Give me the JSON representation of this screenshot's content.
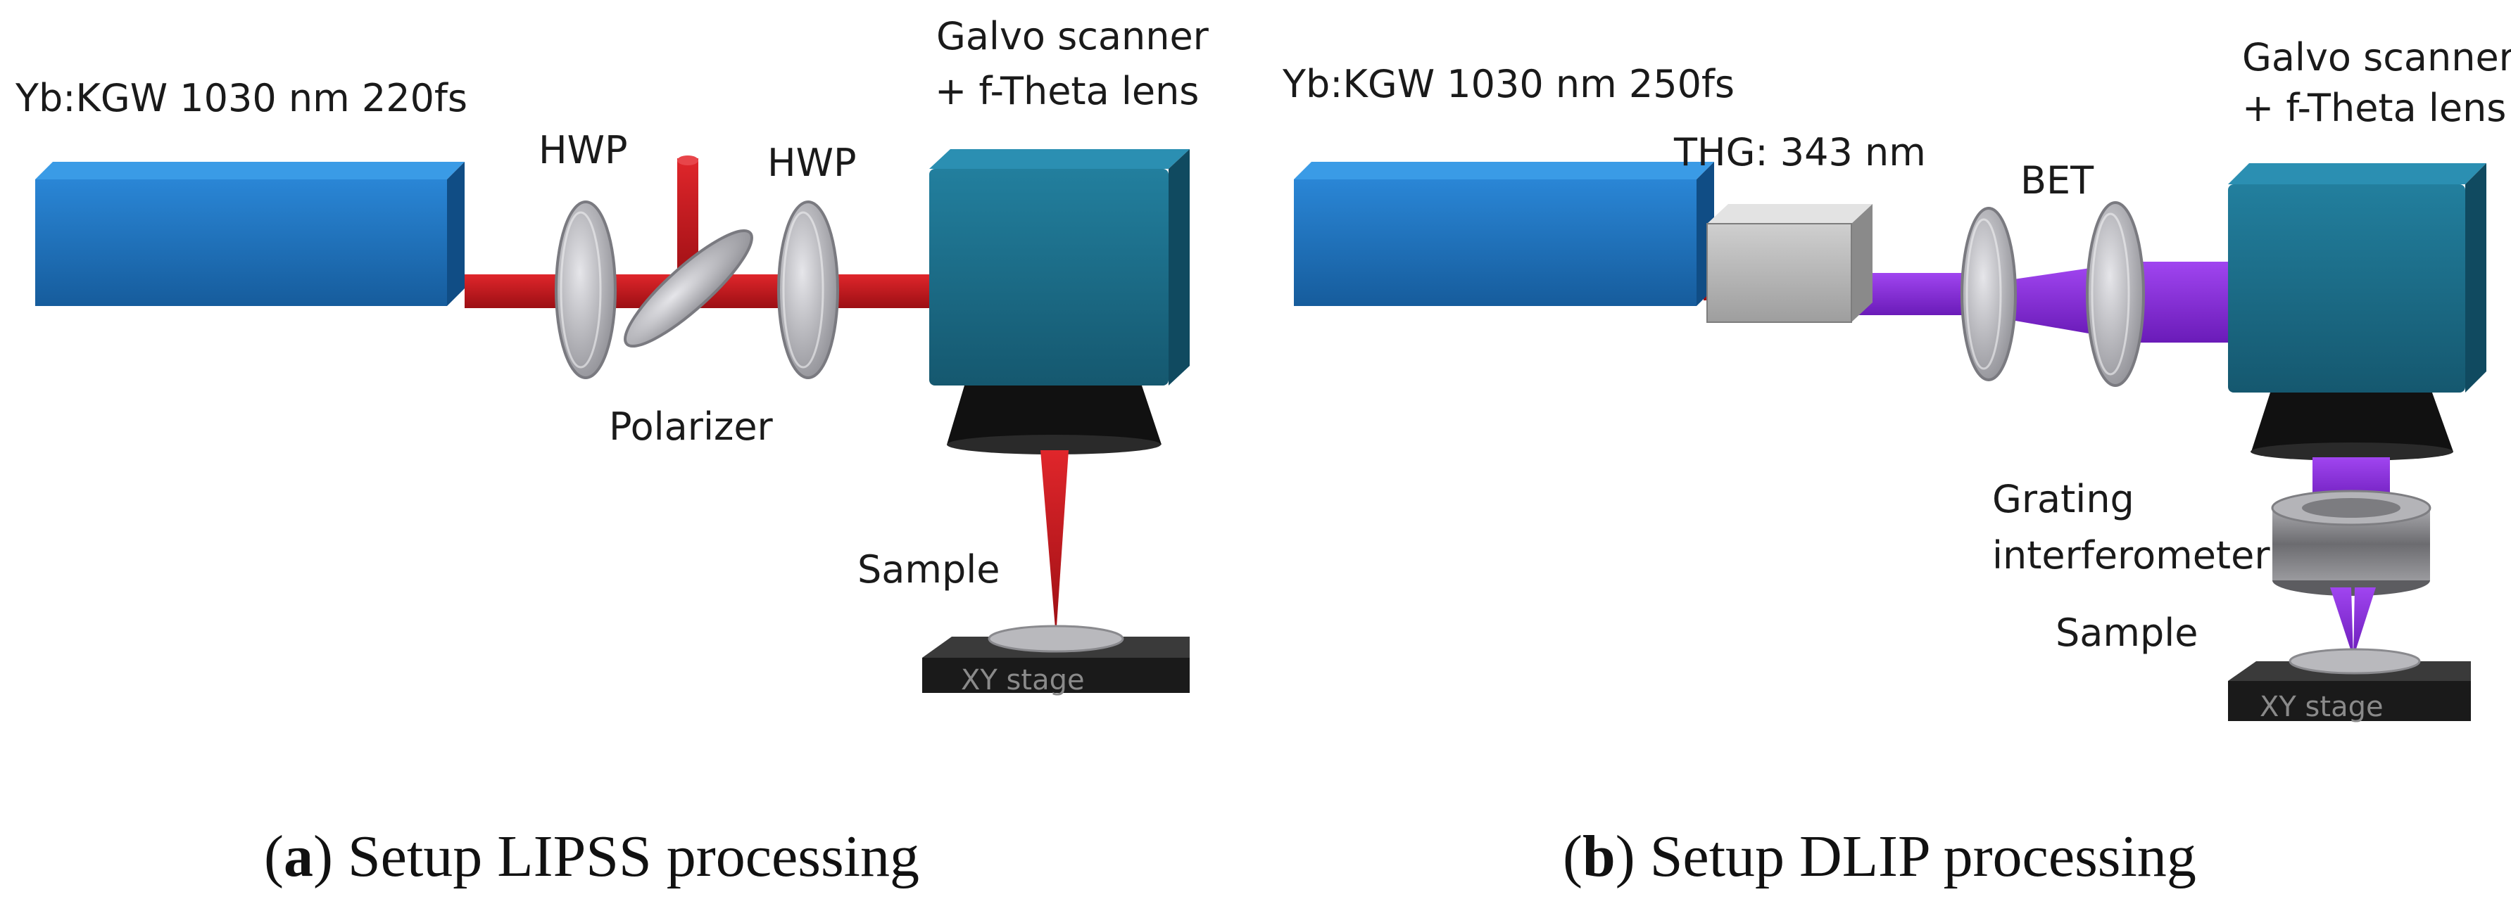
{
  "panel_a": {
    "laser_label": "Yb:KGW 1030 nm 220fs",
    "hwp1_label": "HWP",
    "hwp2_label": "HWP",
    "polarizer_label": "Polarizer",
    "scanner_label_line1": "Galvo scanner",
    "scanner_label_line2": "+ f-Theta lens",
    "sample_label": "Sample",
    "stage_label": "XY stage",
    "caption_letter": "a",
    "caption_text": "Setup LIPSS processing"
  },
  "panel_b": {
    "laser_label": "Yb:KGW 1030 nm 250fs",
    "thg_label": "THG: 343 nm",
    "bet_label": "BET",
    "scanner_label_line1": "Galvo scanner",
    "scanner_label_line2": "+ f-Theta lens",
    "grating_label_line1": "Grating",
    "grating_label_line2": "interferometer",
    "sample_label": "Sample",
    "stage_label": "XY stage",
    "caption_letter": "b",
    "caption_text": "Setup DLIP processing"
  },
  "colors": {
    "laser_blue": "#1a6fb8",
    "beam_red": "#c8161d",
    "beam_uv": "#8a2be2",
    "scanner_teal": "#1b6e8c",
    "optic_grey": "#b8b8bc"
  }
}
